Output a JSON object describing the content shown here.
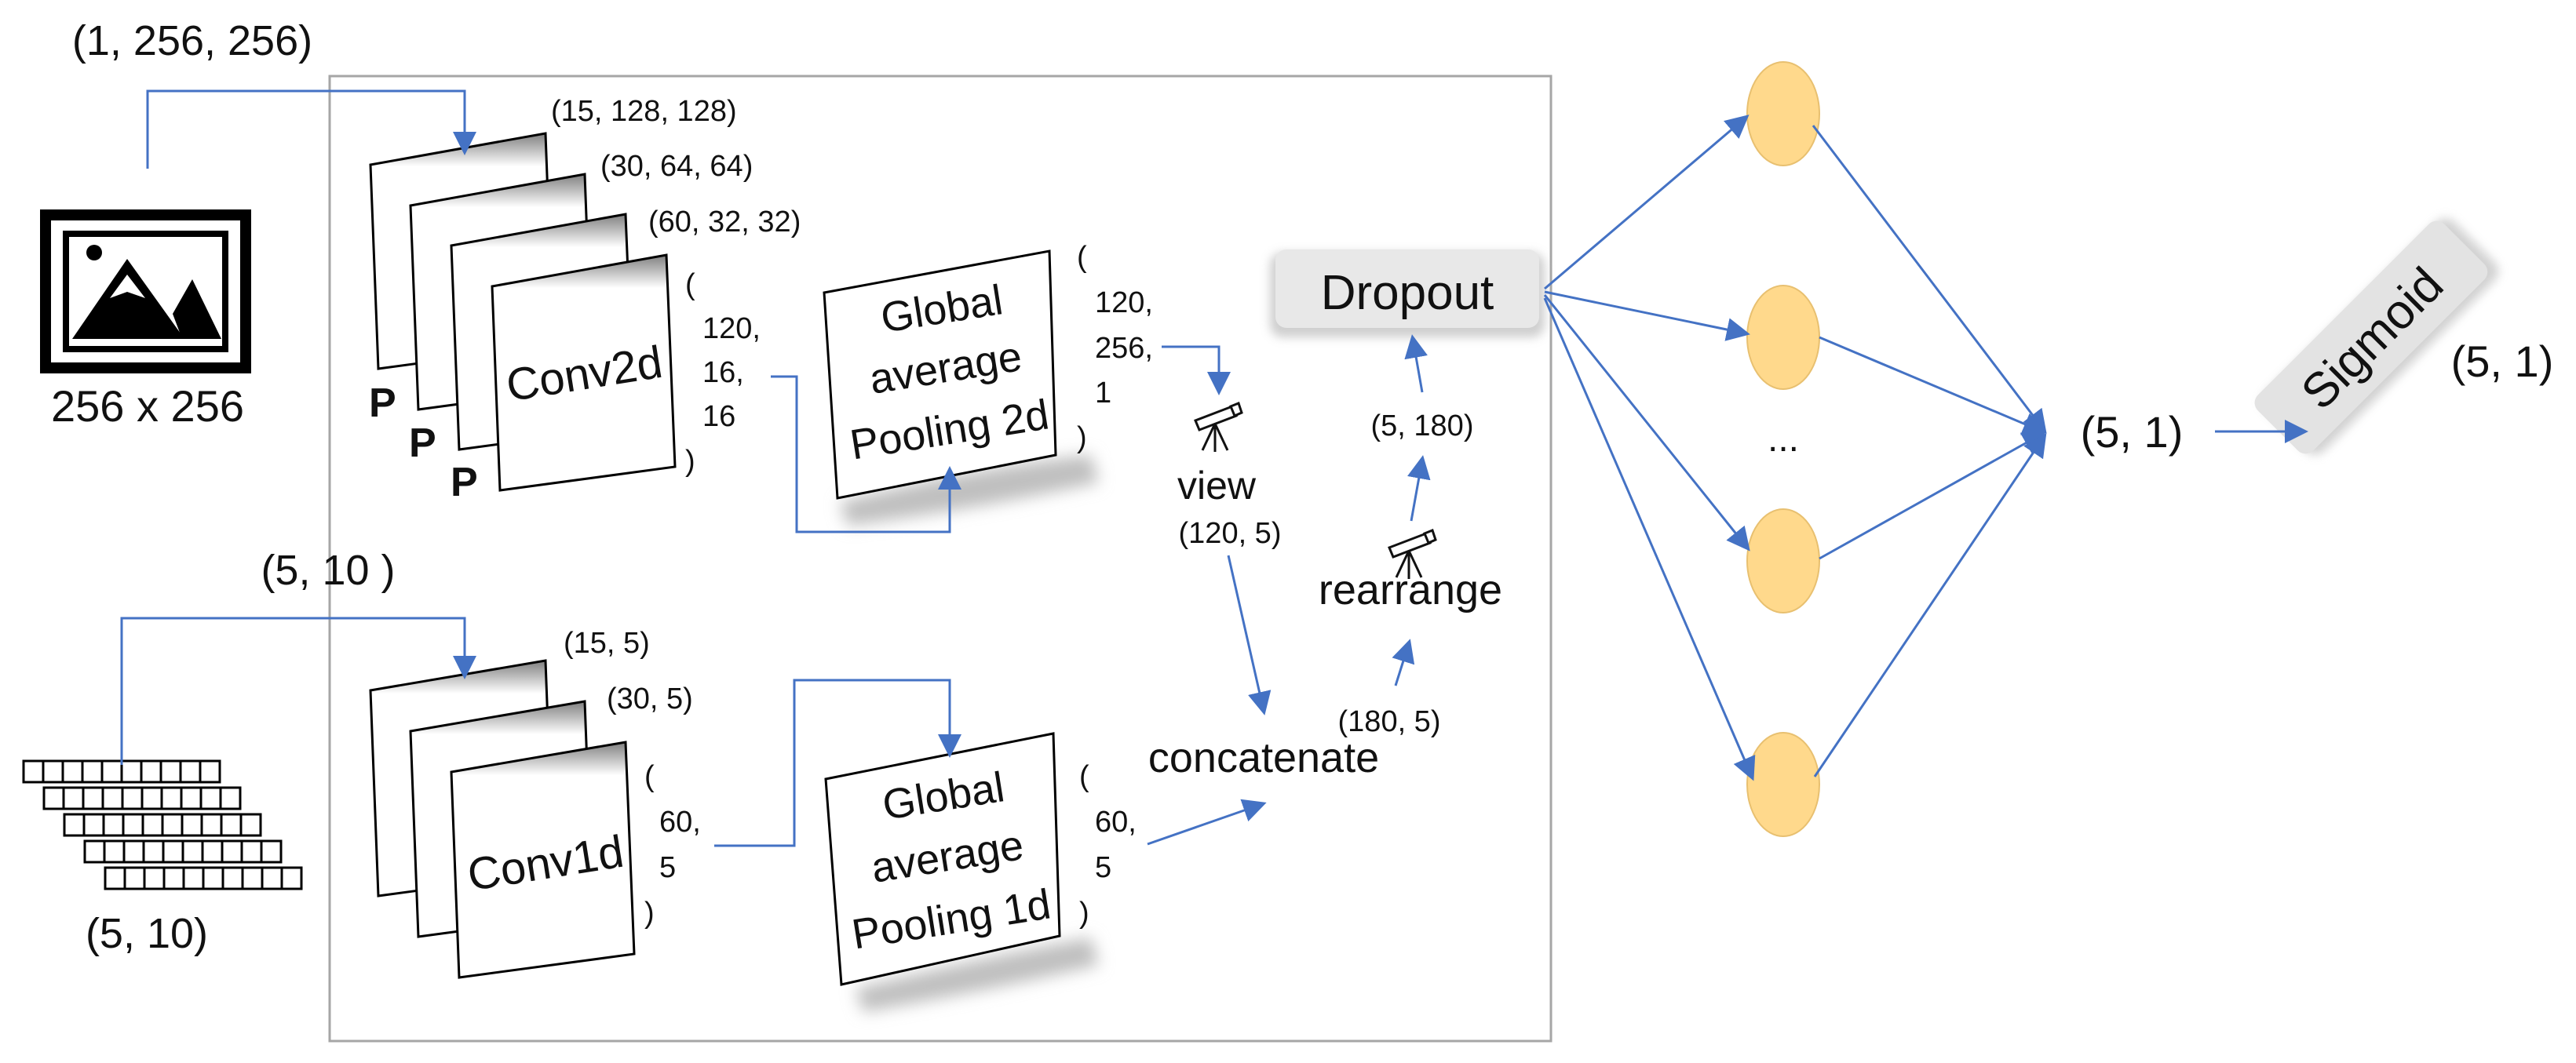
{
  "colors": {
    "arrow": "#4472C4",
    "frame": "#A6A6A6",
    "neuron": "#FFD98C",
    "shadow": "#BFBFBF",
    "ink": "#111111"
  },
  "inputs": {
    "image_shape": "(1, 256, 256)",
    "image_icon": "image-icon",
    "image_caption": "256 x 256",
    "seq_shape": "(5, 10 )",
    "seq_caption": "(5, 10)"
  },
  "conv2d": {
    "layer_label": "Conv2d",
    "pool_marks": [
      "P",
      "P",
      "P"
    ],
    "shapes": [
      "(15, 128, 128)",
      "(30, 64, 64)",
      "(60, 32, 32)"
    ],
    "output_lines": [
      "(",
      "120,",
      "16,",
      "16",
      ")"
    ]
  },
  "conv1d": {
    "layer_label": "Conv1d",
    "shapes": [
      "(15, 5)",
      "(30, 5)"
    ],
    "output_lines": [
      "(",
      "60,",
      "5",
      ")"
    ]
  },
  "gap2d": {
    "lines": [
      "Global",
      "average",
      "Pooling 2d"
    ],
    "output_lines": [
      "(",
      "120,",
      "256,",
      "1",
      ")"
    ]
  },
  "gap1d": {
    "lines": [
      "Global",
      "average",
      "Pooling 1d"
    ],
    "output_lines": [
      "(",
      "60,",
      "5",
      ")"
    ]
  },
  "ops": {
    "view": "view",
    "view_shape": "(120, 5)",
    "concatenate": "concatenate",
    "concat_shape": "(180, 5)",
    "rearrange": "rearrange",
    "rearrange_shape": "(5, 180)",
    "dropout": "Dropout",
    "telescope_icon": "telescope-icon"
  },
  "head": {
    "ellipsis": "...",
    "fc_shape": "(5, 1)",
    "sigmoid": "Sigmoid",
    "out_shape": "(5, 1)"
  }
}
